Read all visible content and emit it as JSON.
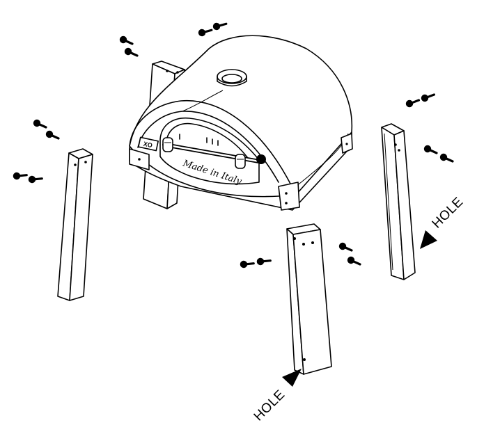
{
  "oven": {
    "brand_mark": "XO",
    "door_text": "Made in Italy"
  },
  "labels": {
    "hole_right": "HOLE",
    "hole_bottom": "HOLE"
  }
}
